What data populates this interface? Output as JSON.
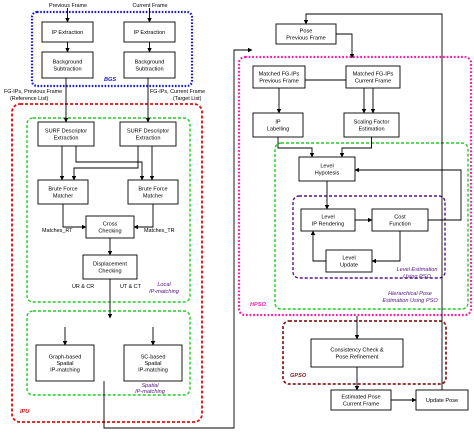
{
  "colors": {
    "bgs": "#1a1acc",
    "ipu": "#dd1111",
    "green": "#22cc22",
    "hpso": "#ee22aa",
    "purple": "#551188",
    "gpso": "#882222"
  },
  "top_labels": {
    "previous_frame": "Previous Frame",
    "current_frame": "Current Frame",
    "fg_left_1": "FG-IPs, Previous Frame",
    "fg_left_2": "(Reference List)",
    "fg_right_1": "FG-IPs, Current Frame",
    "fg_right_2": "(Target List)"
  },
  "boxes": {
    "ip_extraction_prev": [
      "IP Extraction"
    ],
    "ip_extraction_curr": [
      "IP Extraction"
    ],
    "bg_sub_prev": [
      "Background",
      "Subtraction"
    ],
    "bg_sub_curr": [
      "Background",
      "Subtraction"
    ],
    "surf_prev": [
      "SURF Descriptor",
      "Extraction"
    ],
    "surf_curr": [
      "SURF Descriptor",
      "Extraction"
    ],
    "brute_left": [
      "Brute Force",
      "Matcher"
    ],
    "brute_right": [
      "Brute Force",
      "Matcher"
    ],
    "cross_check": [
      "Cross",
      "Checking"
    ],
    "displacement": [
      "Displacement",
      "Checking"
    ],
    "graph_spatial": [
      "Graph-based",
      "Spatial",
      "IP-matching"
    ],
    "sc_spatial": [
      "SC-based",
      "Spatial",
      "IP-matching"
    ],
    "pose_prev": [
      "Pose",
      "Previous Frame"
    ],
    "matched_prev": [
      "Matched FG-IPs",
      "Previous Frame"
    ],
    "matched_curr": [
      "Matched FG-IPs",
      "Current Frame"
    ],
    "ip_labelling": [
      "IP",
      "Labelling"
    ],
    "scaling_factor": [
      "Scaling Factor",
      "Estimation"
    ],
    "level_hypo": [
      "Level",
      "Hypotesis"
    ],
    "level_ip_render": [
      "Level",
      "IP Rendering"
    ],
    "cost_function": [
      "Cost",
      "Function"
    ],
    "level_update": [
      "Level",
      "Update"
    ],
    "consistency": [
      "Consistency Check &",
      "Pose Refinement"
    ],
    "est_pose": [
      "Estimated Pose",
      "Current Frame"
    ],
    "update_pose": [
      "Update Pose"
    ]
  },
  "edge_labels": {
    "matches_rt": "Matches_RT",
    "matches_tr": "Matches_TR",
    "ur_cr": "UR & CR",
    "ut_ct": "UT & CT"
  },
  "region_labels": {
    "bgs": "BGS",
    "local": [
      "Local",
      "IP-matching"
    ],
    "spatial": [
      "Spatial",
      "IP-matching"
    ],
    "ipu": "IPU",
    "level_est": [
      "Level Estimation",
      "Using PSO"
    ],
    "hier": [
      "Hierarchical Pose",
      "Estimation Using PSO"
    ],
    "hpso": "HPSO",
    "gpso": "GPSO"
  }
}
